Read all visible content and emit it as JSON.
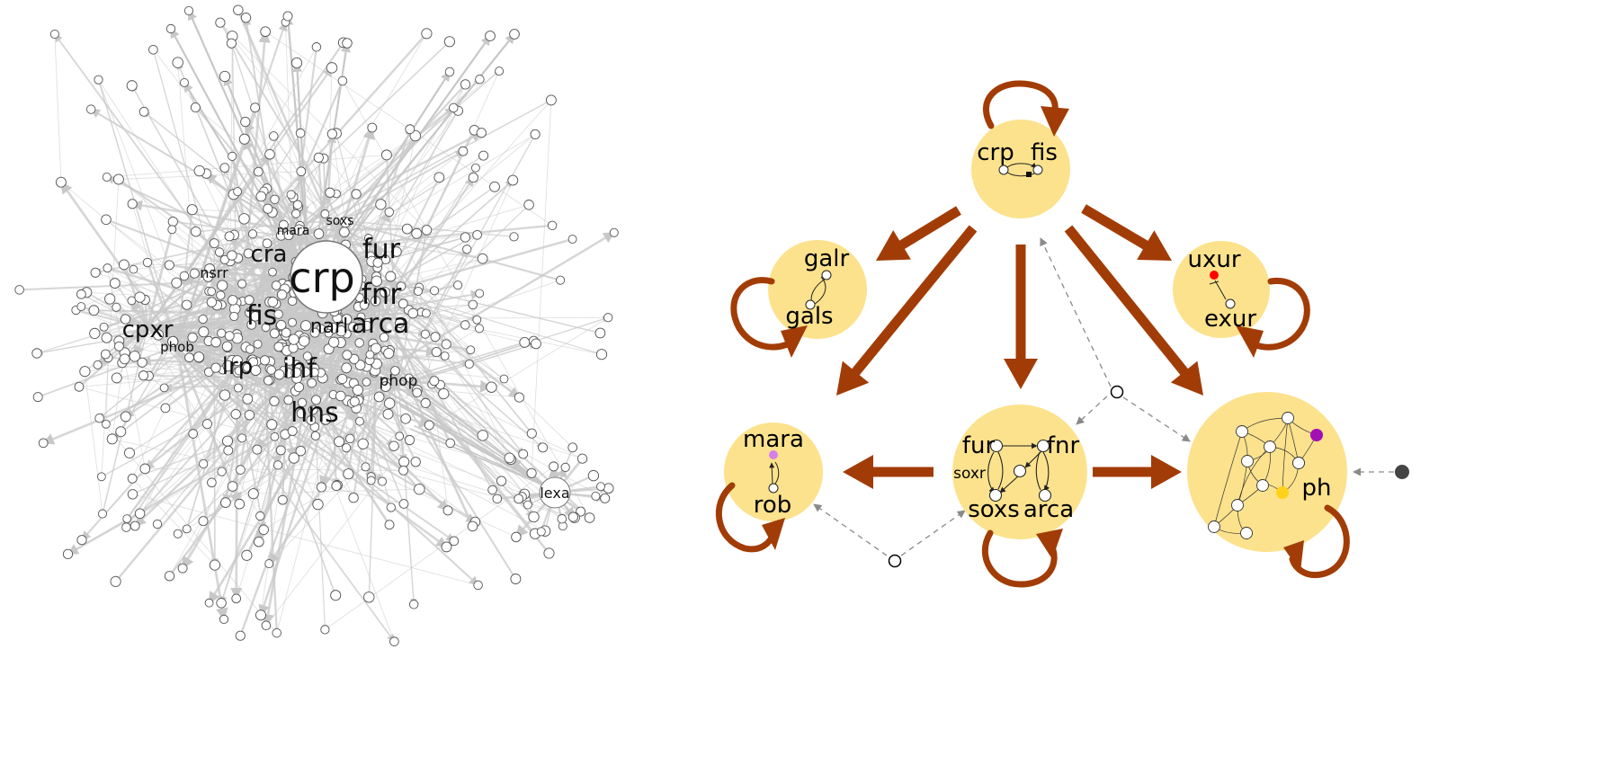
{
  "colors": {
    "edge_gray": "#c8c8c8",
    "node_stroke": "#555555",
    "cluster_fill": "#fce28c",
    "meta_arrow": "#a23c06",
    "dashed": "#8a8a8a",
    "uxur_dot": "#ff0000",
    "mara_dot": "#d77fe8",
    "ph_magenta": "#a10fb5",
    "ph_yellow": "#ffd11a",
    "ext_node": "#444444"
  },
  "left_network": {
    "hubs": [
      {
        "label": "crp"
      },
      {
        "label": "fnr"
      },
      {
        "label": "fur"
      },
      {
        "label": "arca"
      },
      {
        "label": "fis"
      },
      {
        "label": "ihf"
      },
      {
        "label": "hns"
      },
      {
        "label": "lrp"
      },
      {
        "label": "cra"
      },
      {
        "label": "cpxr"
      },
      {
        "label": "narl"
      },
      {
        "label": "phop"
      },
      {
        "label": "nsrr"
      },
      {
        "label": "phob"
      },
      {
        "label": "mara"
      },
      {
        "label": "soxs"
      },
      {
        "label": "lexa"
      }
    ]
  },
  "meta_graph": {
    "clusters": {
      "crp_fis": {
        "labels": [
          "crp",
          "fis"
        ]
      },
      "galr_gals": {
        "labels": [
          "galr",
          "gals"
        ]
      },
      "uxur_exur": {
        "labels": [
          "uxur",
          "exur"
        ]
      },
      "mara_rob": {
        "labels": [
          "mara",
          "rob"
        ]
      },
      "fur_group": {
        "labels": [
          "fur",
          "fnr",
          "soxr",
          "soxs",
          "arca"
        ]
      },
      "ph": {
        "labels": [
          "ph"
        ]
      }
    }
  }
}
